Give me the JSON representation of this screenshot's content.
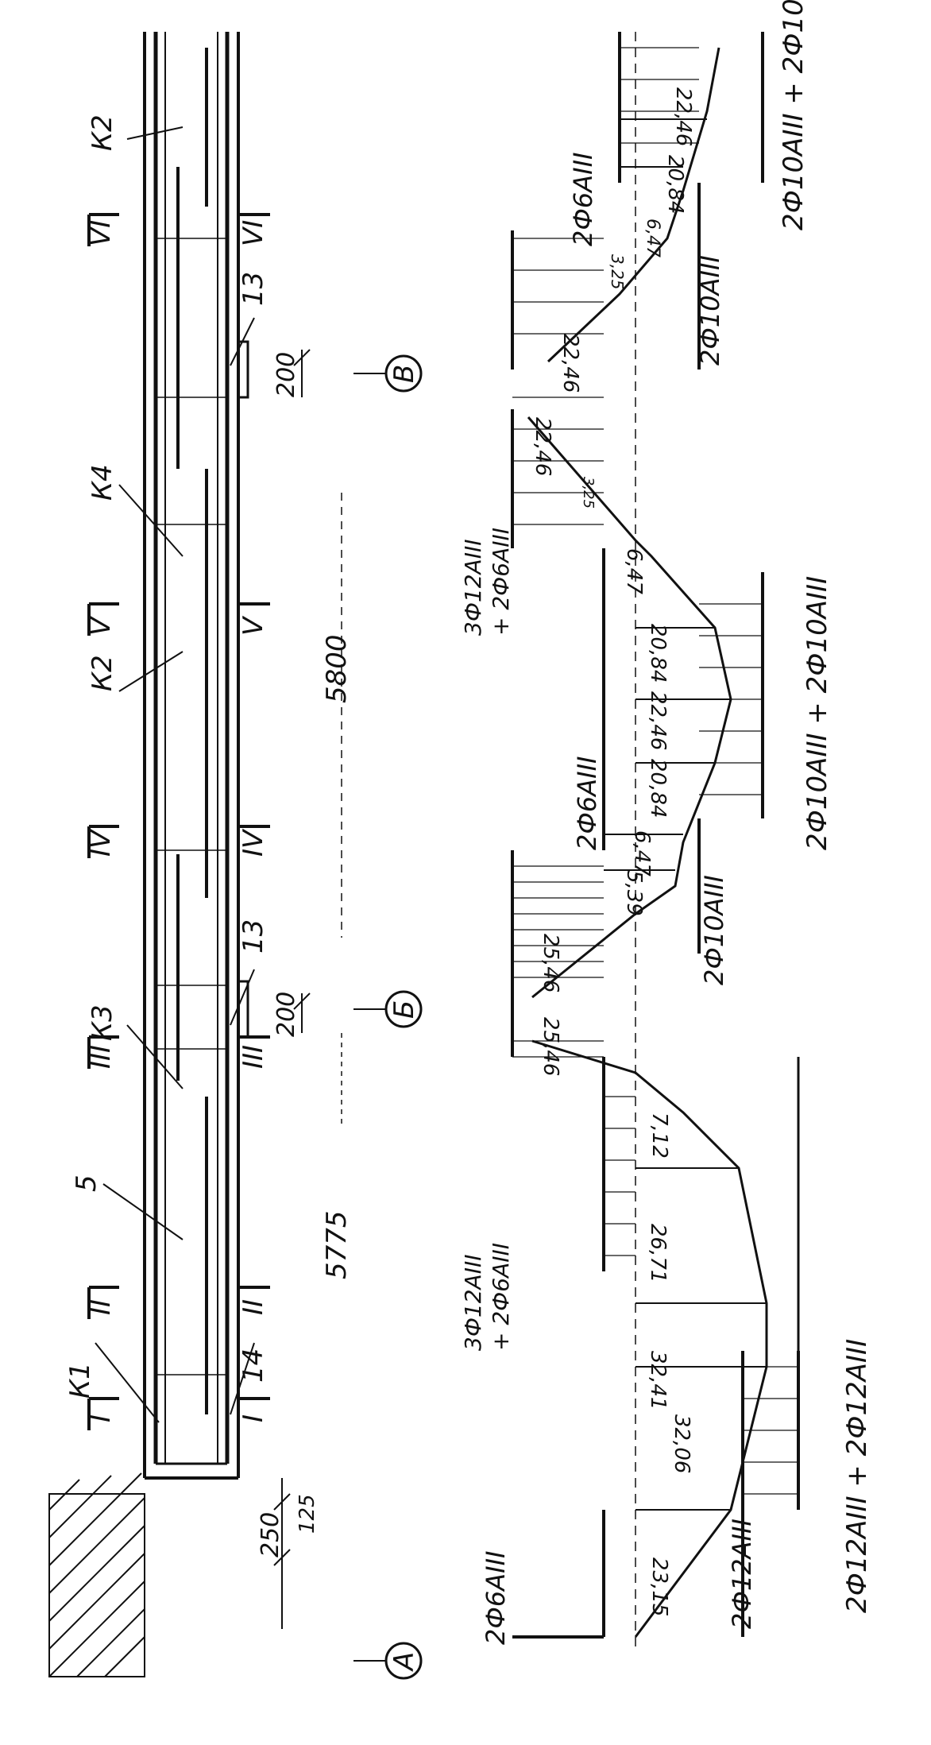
{
  "beam": {
    "section_marks": [
      "I",
      "II",
      "III",
      "IV",
      "V",
      "VI"
    ],
    "frame_labels": {
      "k1": "К1",
      "k2_left": "К2",
      "k2_right": "К2",
      "k3": "К3",
      "k4": "К4"
    },
    "item_labels": {
      "item5": "5",
      "item14": "14",
      "item13_left": "13",
      "item13_right": "13"
    },
    "dimensions": {
      "support_a_250": "250",
      "support_a_125": "125",
      "span1": "5775",
      "support_b_200": "200",
      "span2": "5800",
      "support_c_200": "200"
    },
    "axes": [
      "А",
      "Б",
      "В"
    ]
  },
  "moment_diagram": {
    "values": {
      "m1": "23,15",
      "m2": "32,06",
      "m3": "32,41",
      "m4": "26,71",
      "m5": "7,12",
      "m6": "25,46",
      "m7": "25,46",
      "m8": "5,39",
      "m9": "6,47",
      "m10": "20,84",
      "m11": "22,46",
      "m12": "20,84",
      "m13": "6,47",
      "m14": "3,25",
      "m15": "22,46",
      "m16": "22,46",
      "m17": "3,25",
      "m18": "6,47",
      "m19": "20,84",
      "m20": "22,46"
    },
    "rebar_labels": {
      "r1": "2Ф6АIII",
      "r2": "2Ф12АIII",
      "r3": "2Ф12АIII + 2Ф12АIII",
      "r4a": "3Ф12АIII",
      "r4b": "+ 2Ф6АIII",
      "r5": "2Ф6АIII",
      "r6": "2Ф10АIII",
      "r7": "2Ф10АIII + 2Ф10АIII",
      "r8a": "3Ф12АIII",
      "r8b": "+ 2Ф6АIII",
      "r9": "2Ф6АIII",
      "r10": "2Ф10АIII",
      "r11": "2Ф10АIII + 2Ф10"
    }
  }
}
